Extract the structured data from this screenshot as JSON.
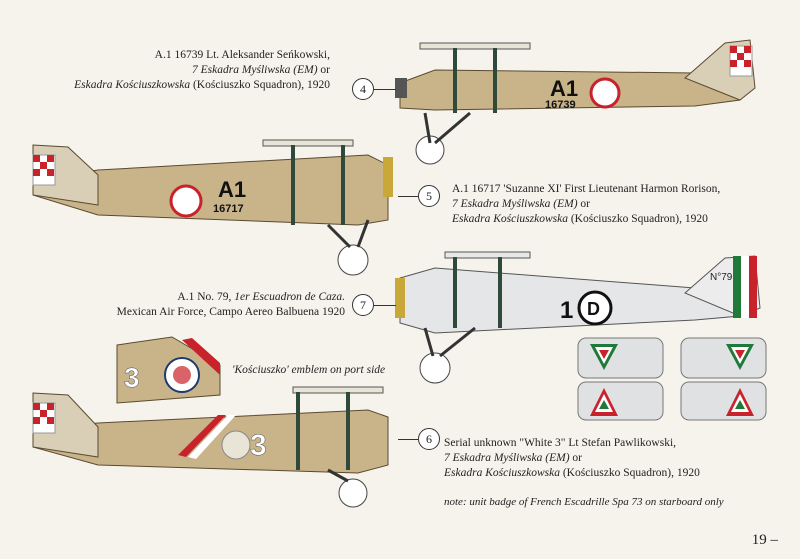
{
  "captions": {
    "c4": {
      "number": "4",
      "line1": "A.1 16739 Lt. Aleksander Seńkowski,",
      "line2": "7 Eskadra Myśliwska (EM)",
      "line2b": " or",
      "line3": "Eskadra Kościuszkowska",
      "line3b": " (Kościuszko Squadron), 1920"
    },
    "c5": {
      "number": "5",
      "line1": "A.1 16717 'Suzanne XI' First Lieutenant Harmon Rorison,",
      "line2": "7 Eskadra Myśliwska (EM)",
      "line2b": " or",
      "line3": "Eskadra Kościuszkowska",
      "line3b": " (Kościuszko Squadron), 1920"
    },
    "c7": {
      "number": "7",
      "line1a": "A.1 No. 79, ",
      "line1b": "1er Escuadron de Caza.",
      "line2": "Mexican Air Force, Campo Aereo Balbuena 1920"
    },
    "c6": {
      "number": "6",
      "line1": "Serial unknown \"White 3\" Lt Stefan Pawlikowski,",
      "line2": "7 Eskadra Myśliwska (EM)",
      "line2b": " or",
      "line3": "Eskadra Kościuszkowska",
      "line3b": " (Kościuszko Squadron), 1920"
    },
    "emblem": "'Kościuszko' emblem on port side",
    "note": "note: unit badge of French Escadrille Spa 73 on starboard only"
  },
  "markings": {
    "p4_code": "A1",
    "p4_serial": "16739",
    "p5_code": "A1",
    "p5_serial": "16717",
    "p7_tail": "N°79",
    "p7_num": "1",
    "p7_disc": "D",
    "p6_num": "3",
    "panel_num": "3"
  },
  "page_number": "19 –",
  "colors": {
    "khaki": "#c9b48a",
    "silver": "#e4e6e8",
    "red": "#c8222b",
    "green": "#1f7a3a",
    "strut": "#2f4a3a"
  }
}
